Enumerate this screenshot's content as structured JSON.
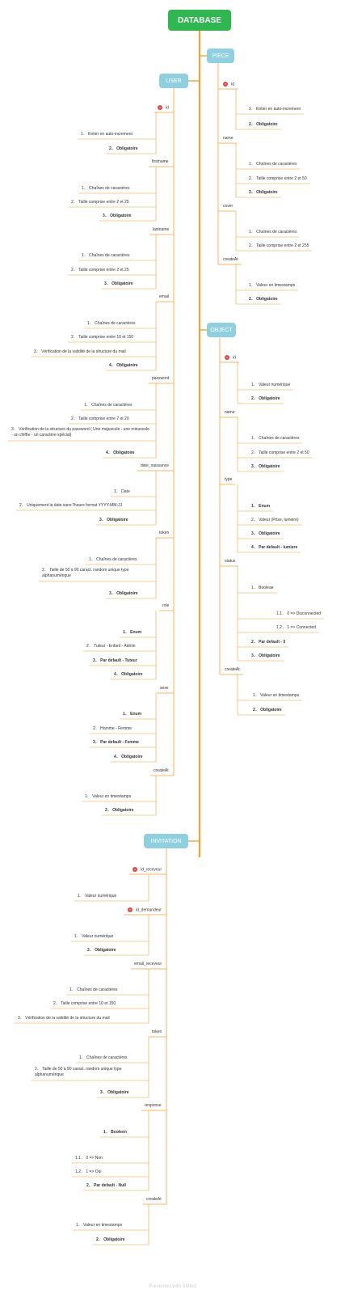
{
  "title": "DATABASE",
  "footer": "Presented with XMind",
  "sections": [
    {
      "label": "PIECE",
      "fields": [
        {
          "name": "id",
          "key": true,
          "items": [
            "2． Entier en auto-increment",
            "2． Obligatoire"
          ]
        },
        {
          "name": "name",
          "items": [
            "1． Chaînes de caractères",
            "2． Taille comprise entre 2 et 50",
            "3． Obligatoire"
          ]
        },
        {
          "name": "cover",
          "items": [
            "1． Chaînes de caractères",
            "2． Taille comprise entre 2 et 255"
          ]
        },
        {
          "name": "createAt",
          "items": [
            "1． Valeur en timestamps",
            "2． Obligatoire"
          ]
        }
      ]
    },
    {
      "label": "USER",
      "fields": [
        {
          "name": "id",
          "key": true,
          "items": [
            "1． Entier en auto-increment",
            "2． Obligatoire"
          ]
        },
        {
          "name": "firstname",
          "items": [
            "1． Chaînes de caractères",
            "2． Taille comprise entre 2 et 25",
            "3． Obligatoire"
          ]
        },
        {
          "name": "lastname",
          "items": [
            "1． Chaînes de caractères",
            "2． Taille comprise entre 2 et 25",
            "3． Obligatoire"
          ]
        },
        {
          "name": "email",
          "items": [
            "1． Chaînes de caractères",
            "2． Taille comprise entre 10 et 150",
            "3． Vérification de la validité de la structure du mail",
            "4． Obligatoire"
          ]
        },
        {
          "name": "password",
          "items": [
            "1． Chaînes de caractères",
            "2． Taille comprise entre 7 et 20",
            "3． Vérification de la structure du password ( Une majuscule - une minuscule - un chiffre - un caractère spécial)",
            "4． Obligatoire"
          ]
        },
        {
          "name": "date_naissance",
          "items": [
            "1． Date",
            "2． Uniquement la date sans l'heure format YYYY-MM-JJ",
            "3． Obligatoire"
          ]
        },
        {
          "name": "token",
          "items": [
            "1． Chaînes de caractères",
            "2． Taille de 50 à 90 caract. random unique type alphanumérique",
            "3． Obligatoire"
          ]
        },
        {
          "name": "role",
          "items": [
            "1． Enum",
            "2． Tuteur - Enfant - Admin",
            "3． Par default - Tuteur",
            "4． Obligatoire"
          ]
        },
        {
          "name": "sexe",
          "items": [
            "1． Enum",
            "2． Homme - Femme",
            "3． Par default - Femme",
            "4． Obligatoire"
          ]
        },
        {
          "name": "createAt",
          "items": [
            "1． Valeur en timestamps",
            "2． Obligatoire"
          ]
        }
      ]
    },
    {
      "label": "OBJECT",
      "fields": [
        {
          "name": "id",
          "key": true,
          "items": [
            "1． Valeur numérique",
            "2． Obligatoire"
          ]
        },
        {
          "name": "name",
          "items": [
            "1． Chaînes de caractères",
            "2． Taille comprise entre 2 et 50",
            "3． Obligatoire"
          ]
        },
        {
          "name": "type",
          "items": [
            "1． Enum",
            "2． Valeur (Prise, lumiere)",
            "3． Obligatoire",
            "4． Par default - lumiere"
          ]
        },
        {
          "name": "status",
          "items": [
            "1． Booleae",
            "1.1． 0 => Disconnected",
            "1.2． 1 => Connected",
            "2． Par default - 0",
            "3． Obligatoire"
          ]
        },
        {
          "name": "createAt",
          "items": [
            "1． Valeur en timestamps",
            "2． Obligatoire"
          ]
        }
      ]
    },
    {
      "label": "INVITATION",
      "fields": [
        {
          "name": "id_receveur",
          "key": true,
          "items": [
            "1． Valeur numérique"
          ]
        },
        {
          "name": "id_demandeur",
          "key": true,
          "items": [
            "1． Valeur numérique",
            "2． Obligatoire"
          ]
        },
        {
          "name": "email_receveur",
          "items": [
            "1． Chaînes de caractères",
            "2． Taille comprise entre 10 et 150",
            "3． Vérification de la validité de la structure du mail"
          ]
        },
        {
          "name": "token",
          "items": [
            "1． Chaînes de caractères",
            "2． Taille de 50 à 90 caract. random unique type alphanumérique",
            "3． Obligatoire"
          ]
        },
        {
          "name": "response",
          "items": [
            "1． Booleen",
            "1.1． 0 => Non",
            "1.2． 1 => Oui",
            "2． Par default - Null"
          ]
        },
        {
          "name": "createAt",
          "items": [
            "1． Valeur en timestamps",
            "2． Obligatoire"
          ]
        }
      ]
    }
  ],
  "colors": {
    "root": "#2fb84f",
    "section": "#8ecfe0",
    "line": "#f5a030",
    "key": "#e04848"
  }
}
